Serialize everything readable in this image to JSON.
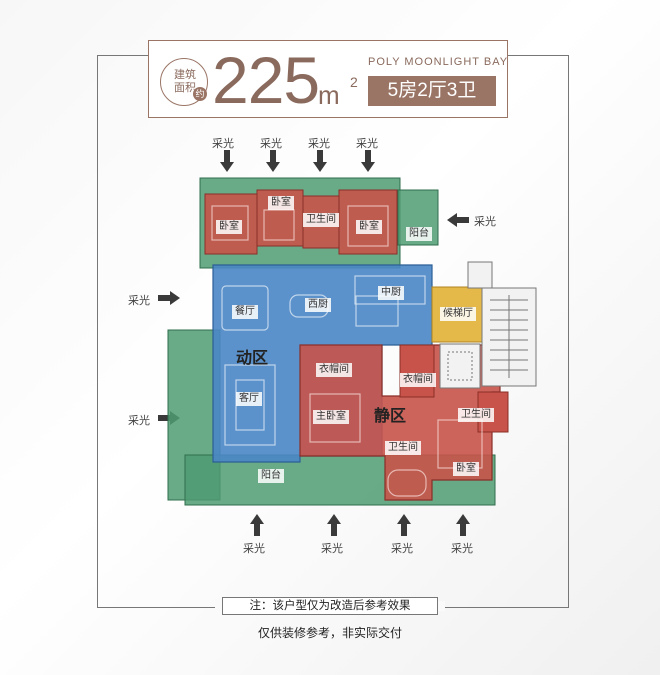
{
  "header": {
    "badge_line1": "建筑",
    "badge_line2": "面积",
    "badge_approx": "约",
    "area_value": "225",
    "area_unit": "m",
    "area_unit_sup": "2",
    "brand": "POLY MOONLIGHT BAY",
    "layout": "5房2厅3卫",
    "accent_color": "#9a7566"
  },
  "daylight_label": "采光",
  "zones": {
    "dynamic": "动区",
    "quiet": "静区"
  },
  "rooms": {
    "bedroom_nw": "卧室",
    "bedroom_n": "卧室",
    "bathroom_n": "卫生间",
    "bedroom_ne": "卧室",
    "balcony_n": "阳台",
    "middle_kitchen": "中厨",
    "western_kitchen": "西厨",
    "dining": "餐厅",
    "elevator_lobby": "候梯厅",
    "living": "客厅",
    "cloakroom_master": "衣帽间",
    "cloakroom_2": "衣帽间",
    "master_bedroom": "主卧室",
    "bathroom_master": "卫生间",
    "bathroom_se": "卫生间",
    "bedroom_se": "卧室",
    "balcony_s": "阳台"
  },
  "colors": {
    "red": "#c8534a",
    "blue": "#4a86c5",
    "green": "#4f9b72",
    "yellow": "#e5b84a"
  },
  "footer": {
    "note": "注：该户型仅为改造后参考效果",
    "disclaimer": "仅供装修参考，非实际交付"
  }
}
